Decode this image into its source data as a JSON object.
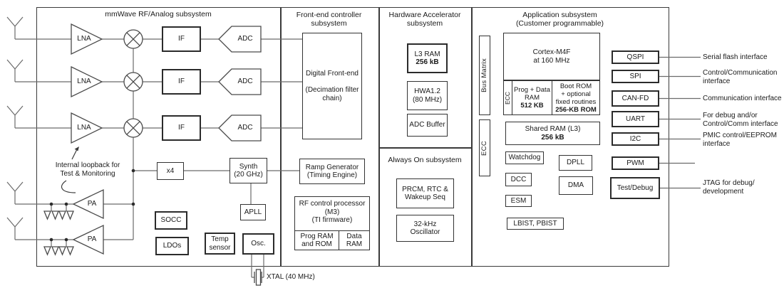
{
  "rf": {
    "title": "mmWave RF/Analog subsystem",
    "rows": [
      {
        "lna": "LNA",
        "if_label": "IF",
        "adc": "ADC"
      },
      {
        "lna": "LNA",
        "if_label": "IF",
        "adc": "ADC"
      },
      {
        "lna": "LNA",
        "if_label": "IF",
        "adc": "ADC"
      }
    ],
    "pa": [
      "PA",
      "PA"
    ],
    "x4": "x4",
    "synth": "Synth\n(20 GHz)",
    "apll": "APLL",
    "socc": "SOCC",
    "ldos": "LDOs",
    "temp": "Temp\nsensor",
    "osc": "Osc.",
    "loopback": "Internal loopback for\nTest & Monitoring",
    "xtal": "XTAL (40 MHz)"
  },
  "frontend": {
    "title": "Front-end controller\nsubsystem",
    "dfe": "Digital Front-end\n\n(Decimation filter\nchain)",
    "ramp": "Ramp Generator\n(Timing Engine)",
    "rfproc": "RF control  processor\n(M3)\n(TI firmware)",
    "prog_ram": "Prog RAM\nand ROM",
    "data_ram": "Data\nRAM"
  },
  "hwa": {
    "title": "Hardware Accelerator\nsubsystem",
    "l3_label": "L3 RAM",
    "l3_size": "256 kB",
    "hwa12": "HWA1.2\n(80 MHz)",
    "adc_buffer": "ADC Buffer"
  },
  "alwayson": {
    "title": "Always On subsystem",
    "prcm": "PRCM, RTC &\nWakeup Seq",
    "osc32": "32-kHz\nOscillator"
  },
  "app": {
    "title": "Application subsystem\n(Customer programmable)",
    "bus_matrix": "Bus Matrix",
    "ecc_vertical": "ECC",
    "cortex": "Cortex-M4F\nat 160 MHz",
    "ecc_mini": "ECC",
    "progdata": "Prog + Data\nRAM",
    "progdata_size": "512 KB",
    "bootrom": "Boot ROM\n+ optional\nfixed routines",
    "bootrom_size": "256-KB ROM",
    "shared_ram": "Shared RAM (L3)",
    "shared_ram_size": "256 kB",
    "watchdog": "Watchdog",
    "dpll": "DPLL",
    "dcc": "DCC",
    "dma": "DMA",
    "esm": "ESM",
    "lbist": "LBIST, PBIST",
    "peripherals": [
      {
        "label": "QSPI",
        "annotation": "Serial flash interface"
      },
      {
        "label": "SPI",
        "annotation": "Control/Communication\ninterface"
      },
      {
        "label": "CAN-FD",
        "annotation": "Communication interface"
      },
      {
        "label": "UART",
        "annotation": "For debug and/or\nControl/Comm interface"
      },
      {
        "label": "I2C",
        "annotation": "PMIC control/EEPROM\ninterface"
      },
      {
        "label": "PWM",
        "annotation": ""
      },
      {
        "label": "Test/Debug",
        "annotation": "JTAG for debug/\ndevelopment"
      }
    ]
  },
  "colors": {
    "wire": "#6b6b6b",
    "outline": "#4a4a4a",
    "border": "#333333"
  }
}
